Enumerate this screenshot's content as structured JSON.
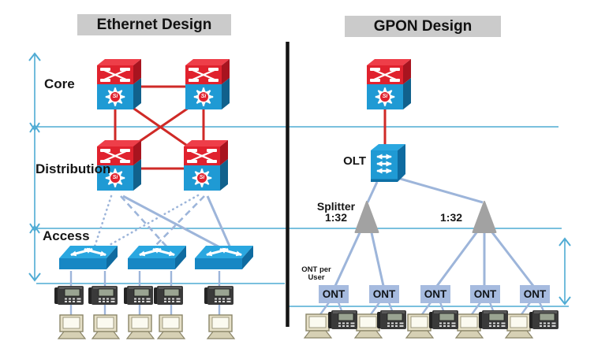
{
  "colors": {
    "title_bg": "#cbcbcb",
    "divider": "#141414",
    "measure_line": "#4fabd4",
    "red_link": "#cf2a27",
    "blue_link": "#9db5da",
    "switch_red": "#e0222e",
    "switch_blue": "#1f9ad4",
    "access_blue": "#2aa7e0",
    "splitter_gray": "#a2a2a2",
    "ont_bg": "#a6bbdf",
    "phone_body": "#3a3a3a",
    "pc_face": "#e6e0c8",
    "si_badge": "#e0222e"
  },
  "ethernet": {
    "title": "Ethernet Design",
    "layers": [
      {
        "label": "Core"
      },
      {
        "label": "Distribution"
      },
      {
        "label": "Access"
      }
    ]
  },
  "gpon": {
    "title": "GPON Design",
    "olt_label": "OLT",
    "splitter1": {
      "line1": "Splitter",
      "line2": "1:32"
    },
    "splitter2_label": "1:32",
    "ont_per_user": {
      "line1": "ONT per",
      "line2": "User"
    },
    "onts": [
      {
        "label": "ONT"
      },
      {
        "label": "ONT"
      },
      {
        "label": "ONT"
      },
      {
        "label": "ONT"
      },
      {
        "label": "ONT"
      }
    ]
  },
  "icons": {
    "si_label": "Si"
  }
}
